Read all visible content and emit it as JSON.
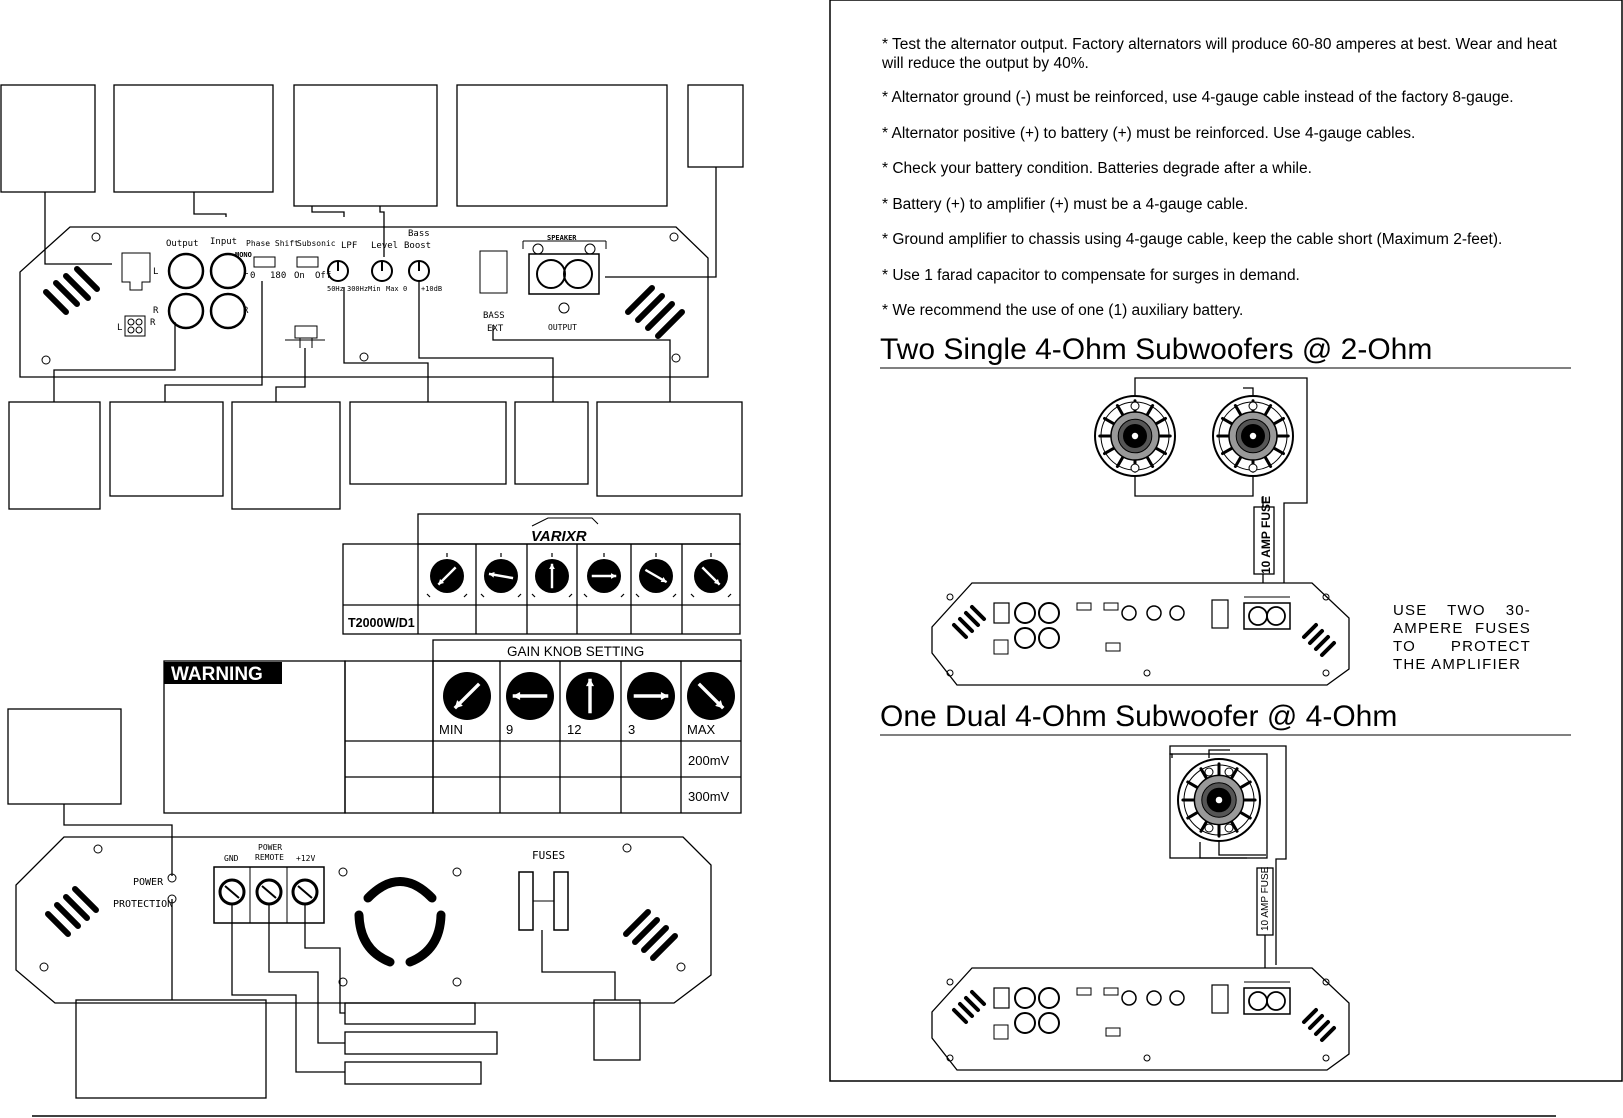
{
  "amp_top": {
    "output": "Output",
    "input": "Input",
    "mono": "MONO",
    "phase_shift": "Phase Shift",
    "phase_0": "0",
    "phase_180": "180",
    "subsonic": "Subsonic",
    "subsonic_on": "On",
    "subsonic_off": "Off",
    "lpf": "LPF",
    "lpf_50": "50Hz",
    "lpf_300": "300Hz",
    "level": "Level",
    "level_min": "Min",
    "level_max": "Max",
    "bass_boost_1": "Bass",
    "bass_boost_2": "Boost",
    "boost_0": "0",
    "boost_max": "+10dB",
    "speaker": "SPEAKER",
    "minus": "−",
    "plus": "+",
    "output_label": "OUTPUT",
    "bass": "BASS",
    "ext": "EXT",
    "l": "L",
    "r": "R"
  },
  "varixr": {
    "logo": "VARIXR",
    "model": "T2000W/D1",
    "knob_angles_deg": [
      -135,
      -80,
      0,
      90,
      120,
      135
    ]
  },
  "gain": {
    "warning": "WARNING",
    "title": "GAIN KNOB SETTING",
    "labels": [
      "MIN",
      "9",
      "12",
      "3",
      "MAX"
    ],
    "knob_angles_deg": [
      -135,
      -90,
      0,
      90,
      135
    ],
    "row1": "200mV",
    "row2": "300mV"
  },
  "amp_bottom": {
    "gnd": "GND",
    "power_remote_1": "POWER",
    "power_remote_2": "REMOTE",
    "plus12": "+12V",
    "power": "POWER",
    "protection": "PROTECTION",
    "fuses": "FUSES"
  },
  "tips": [
    "* Test the alternator output. Factory alternators will produce 60-80 amperes at best. Wear and heat will reduce the output by 40%.",
    "* Alternator ground (-) must be reinforced, use 4-gauge cable instead of the factory 8-gauge.",
    "* Alternator positive (+) to battery (+) must be reinforced. Use 4-gauge cables.",
    "* Check your battery condition. Batteries degrade after a while.",
    "* Battery (+) to amplifier (+) must be a 4-gauge cable.",
    "* Ground amplifier to chassis using 4-gauge cable, keep the cable short (Maximum 2-feet).",
    "* Use 1 farad capacitor to compensate for surges in demand.",
    "* We recommend the use of one (1) auxiliary battery."
  ],
  "diagrams": {
    "two_single_title": "Two Single 4-Ohm Subwoofers @ 2-Ohm",
    "one_dual_title": "One Dual 4-Ohm Subwoofer @ 4-Ohm",
    "fuse_bold": "10 AMP FUSE",
    "fuse_regular": "10 AMP FUSE",
    "fuse_note": "USE TWO 30-AMPERE FUSES TO PROTECT THE AMPLIFIER"
  }
}
